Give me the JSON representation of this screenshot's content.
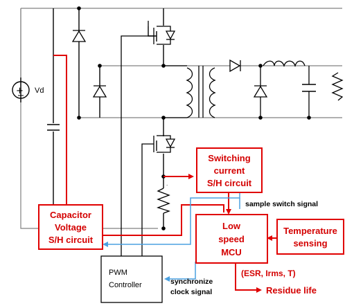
{
  "source_label": "Vd",
  "blocks": {
    "switching_sh": [
      "Switching",
      "current",
      "S/H circuit"
    ],
    "capacitor_sh": [
      "Capacitor",
      "Voltage",
      "S/H circuit"
    ],
    "mcu": [
      "Low",
      "speed",
      "MCU"
    ],
    "temperature": [
      "Temperature",
      "sensing"
    ],
    "pwm": [
      "PWM",
      "Controller"
    ]
  },
  "signals": {
    "sample_switch": "sample switch signal",
    "sync_clock": [
      "synchronize",
      "clock signal"
    ],
    "outputs": "(ESR, Irms, T)",
    "result": "Residue life"
  },
  "colors": {
    "wire": "#000000",
    "red": "#e00000",
    "blue": "#4aa0e0",
    "gray": "#808080"
  }
}
